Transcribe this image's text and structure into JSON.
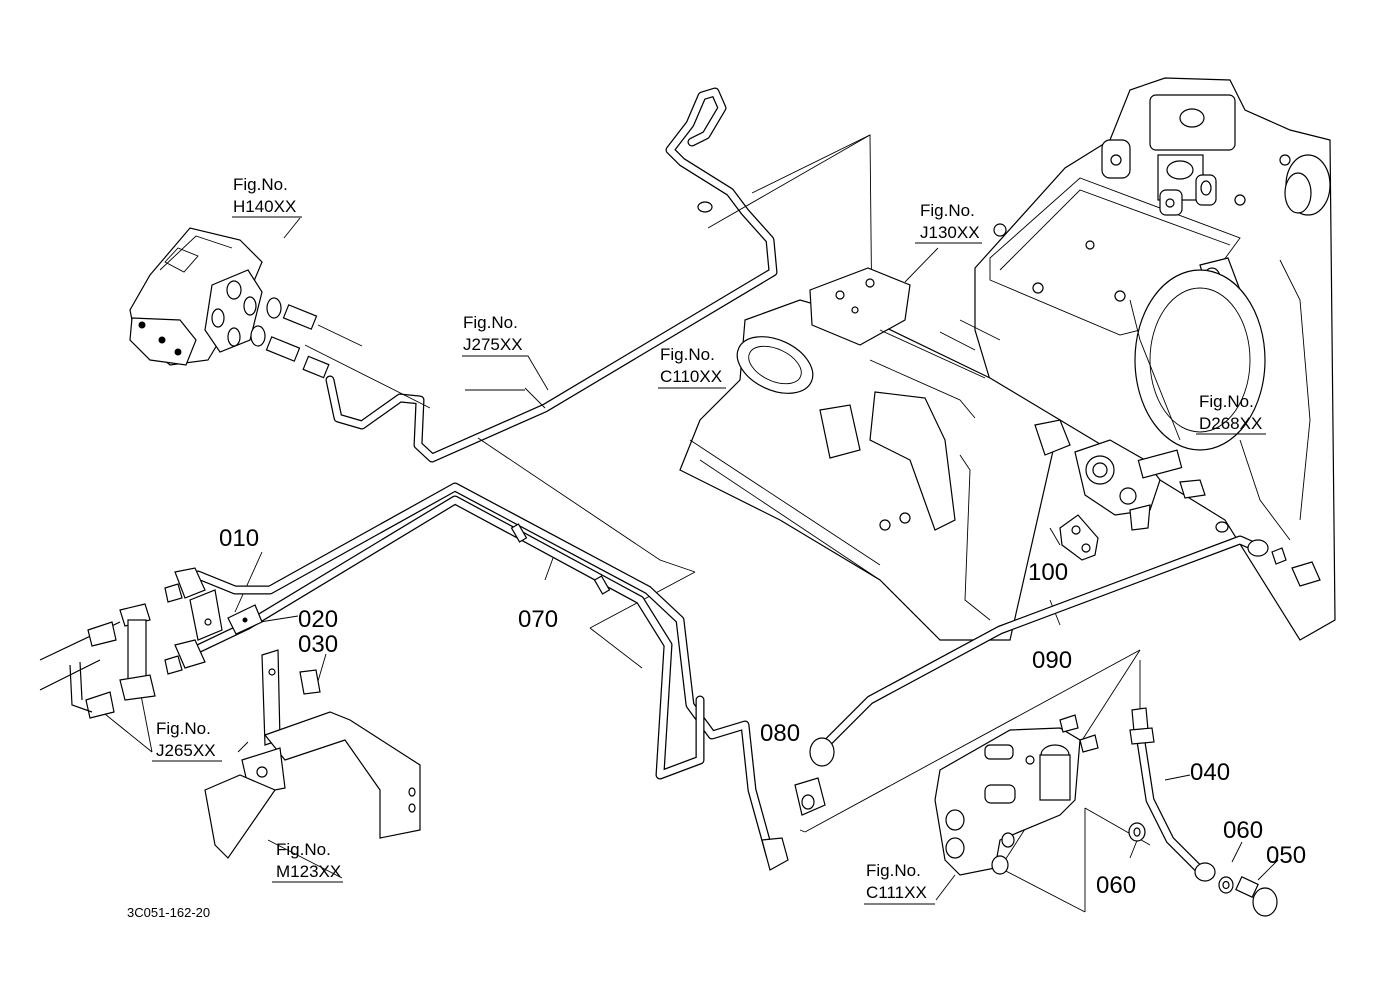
{
  "diagram": {
    "type": "exploded-parts-view",
    "drawing_code": "3C051-162-20",
    "part_numbers": [
      {
        "id": "010",
        "label": "010"
      },
      {
        "id": "020",
        "label": "020"
      },
      {
        "id": "030",
        "label": "030"
      },
      {
        "id": "040",
        "label": "040"
      },
      {
        "id": "050",
        "label": "050"
      },
      {
        "id": "060a",
        "label": "060"
      },
      {
        "id": "060b",
        "label": "060"
      },
      {
        "id": "070",
        "label": "070"
      },
      {
        "id": "080",
        "label": "080"
      },
      {
        "id": "090",
        "label": "090"
      },
      {
        "id": "100",
        "label": "100"
      }
    ],
    "figure_references": [
      {
        "prefix": "Fig.No.",
        "code": "H140XX"
      },
      {
        "prefix": "Fig.No.",
        "code": "J130XX"
      },
      {
        "prefix": "Fig.No.",
        "code": "J275XX"
      },
      {
        "prefix": "Fig.No.",
        "code": "C110XX"
      },
      {
        "prefix": "Fig.No.",
        "code": "D268XX"
      },
      {
        "prefix": "Fig.No.",
        "code": "J265XX"
      },
      {
        "prefix": "Fig.No.",
        "code": "M123XX"
      },
      {
        "prefix": "Fig.No.",
        "code": "C111XX"
      }
    ],
    "components": [
      "steering-unit",
      "transmission-case",
      "hydraulic-block",
      "control-valve",
      "delivery-pipe",
      "return-pipe",
      "pipe-clamp",
      "bracket",
      "elbow-joint",
      "tee-joint",
      "banjo-bolt",
      "seal-washer"
    ]
  }
}
